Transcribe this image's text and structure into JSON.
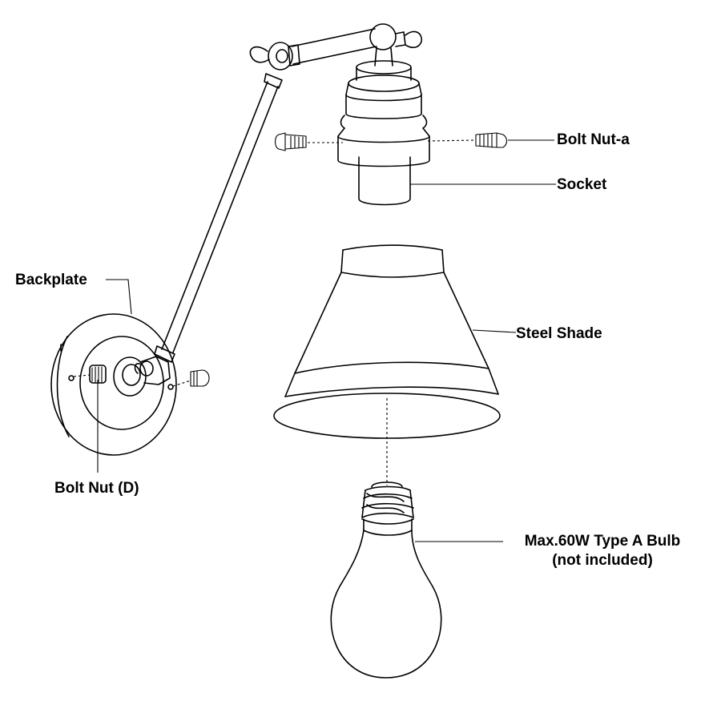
{
  "labels": {
    "bolt_nut_a": "Bolt Nut-a",
    "socket": "Socket",
    "backplate": "Backplate",
    "steel_shade": "Steel Shade",
    "bolt_nut_d": "Bolt Nut (D)",
    "bulb_line1": "Max.60W Type A Bulb",
    "bulb_line2": "(not included)"
  },
  "colors": {
    "line": "#000000",
    "background": "#ffffff"
  }
}
